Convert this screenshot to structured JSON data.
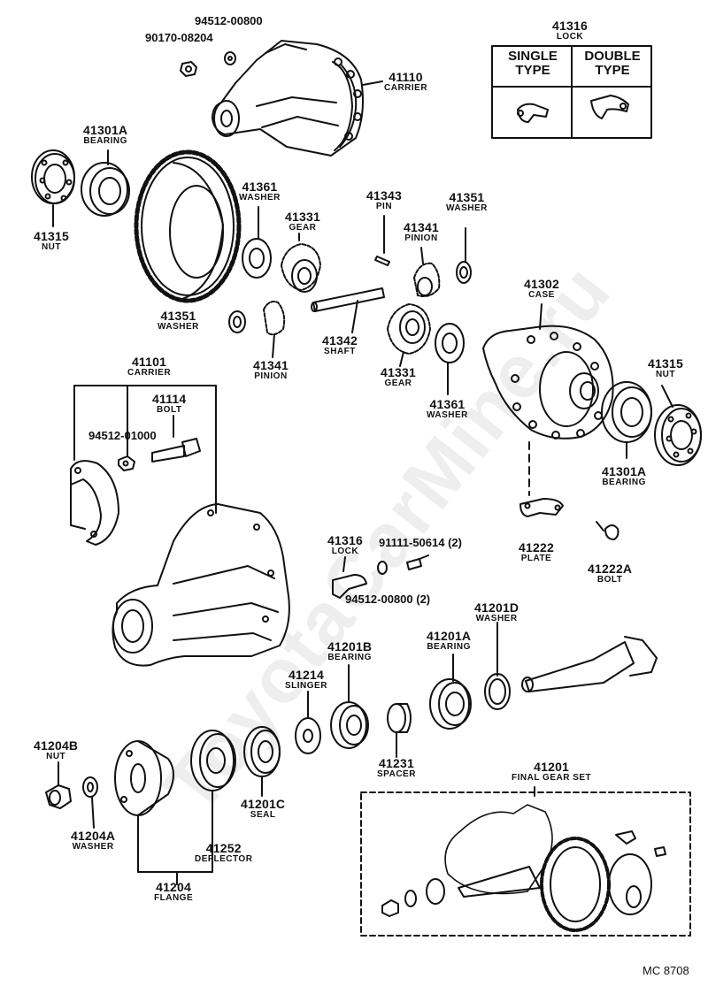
{
  "watermark": "ToyotaCarMine.ru",
  "figure_code": "MC 8708",
  "lock_box": {
    "part_no": "41316",
    "name": "LOCK",
    "single_type": "SINGLE\nTYPE",
    "double_type": "DOUBLE\nTYPE"
  },
  "labels": {
    "p94512_00800_top": "94512-00800",
    "p90170_08204": "90170-08204",
    "p41110": {
      "num": "41110",
      "name": "CARRIER"
    },
    "p41301A_top": {
      "num": "41301A",
      "name": "BEARING"
    },
    "p41315_left": {
      "num": "41315",
      "name": "NUT"
    },
    "p41361_top": {
      "num": "41361",
      "name": "WASHER"
    },
    "p41331_top": {
      "num": "41331",
      "name": "GEAR"
    },
    "p41343": {
      "num": "41343",
      "name": "PIN"
    },
    "p41341_right": {
      "num": "41341",
      "name": "PINION"
    },
    "p41351_right": {
      "num": "41351",
      "name": "WASHER"
    },
    "p41302": {
      "num": "41302",
      "name": "CASE"
    },
    "p41351_left": {
      "num": "41351",
      "name": "WASHER"
    },
    "p41341_left": {
      "num": "41341",
      "name": "PINION"
    },
    "p41342": {
      "num": "41342",
      "name": "SHAFT"
    },
    "p41331_bottom": {
      "num": "41331",
      "name": "GEAR"
    },
    "p41361_bottom": {
      "num": "41361",
      "name": "WASHER"
    },
    "p41315_right": {
      "num": "41315",
      "name": "NUT"
    },
    "p41301A_right": {
      "num": "41301A",
      "name": "BEARING"
    },
    "p41101": {
      "num": "41101",
      "name": "CARRIER"
    },
    "p41114": {
      "num": "41114",
      "name": "BOLT"
    },
    "p94512_01000": "94512-01000",
    "p41222": {
      "num": "41222",
      "name": "PLATE"
    },
    "p41222A": {
      "num": "41222A",
      "name": "BOLT"
    },
    "p41316_lock": {
      "num": "41316",
      "name": "LOCK"
    },
    "p91111_50614": "91111-50614 (2)",
    "p94512_00800_mid": "94512-00800 (2)",
    "p41201D": {
      "num": "41201D",
      "name": "WASHER"
    },
    "p41201B": {
      "num": "41201B",
      "name": "BEARING"
    },
    "p41201A": {
      "num": "41201A",
      "name": "BEARING"
    },
    "p41214": {
      "num": "41214",
      "name": "SLINGER"
    },
    "p41204B": {
      "num": "41204B",
      "name": "NUT"
    },
    "p41231": {
      "num": "41231",
      "name": "SPACER"
    },
    "p41201": {
      "num": "41201",
      "name": "FINAL GEAR SET"
    },
    "p41201C": {
      "num": "41201C",
      "name": "SEAL"
    },
    "p41204A": {
      "num": "41204A",
      "name": "WASHER"
    },
    "p41252": {
      "num": "41252",
      "name": "DEFLECTOR"
    },
    "p41204": {
      "num": "41204",
      "name": "FLANGE"
    }
  }
}
